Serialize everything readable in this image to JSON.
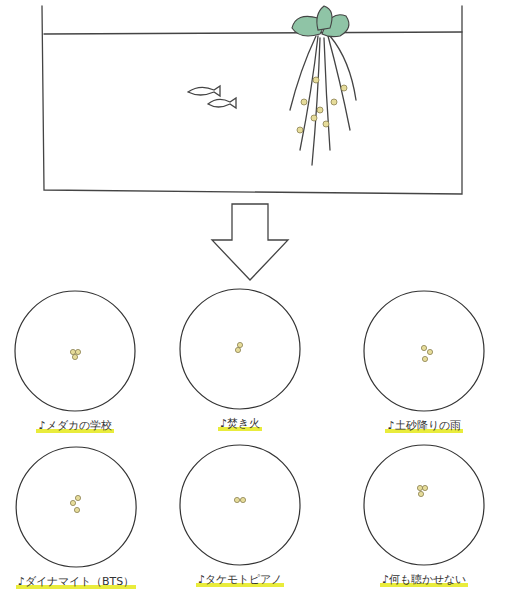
{
  "diagram": {
    "nodes": [
      {
        "text": [
          "♪メダカの学校"
        ]
      },
      {
        "text": [
          "♪焚き火"
        ]
      },
      {
        "text": [
          "♪土砂降りの雨"
        ]
      },
      {
        "text": [
          "♪ダイナマイト（BTS）"
        ]
      },
      {
        "text": [
          "♪タケモトピアノ"
        ]
      },
      {
        "text": [
          "♪何も聴かせない"
        ]
      }
    ]
  }
}
